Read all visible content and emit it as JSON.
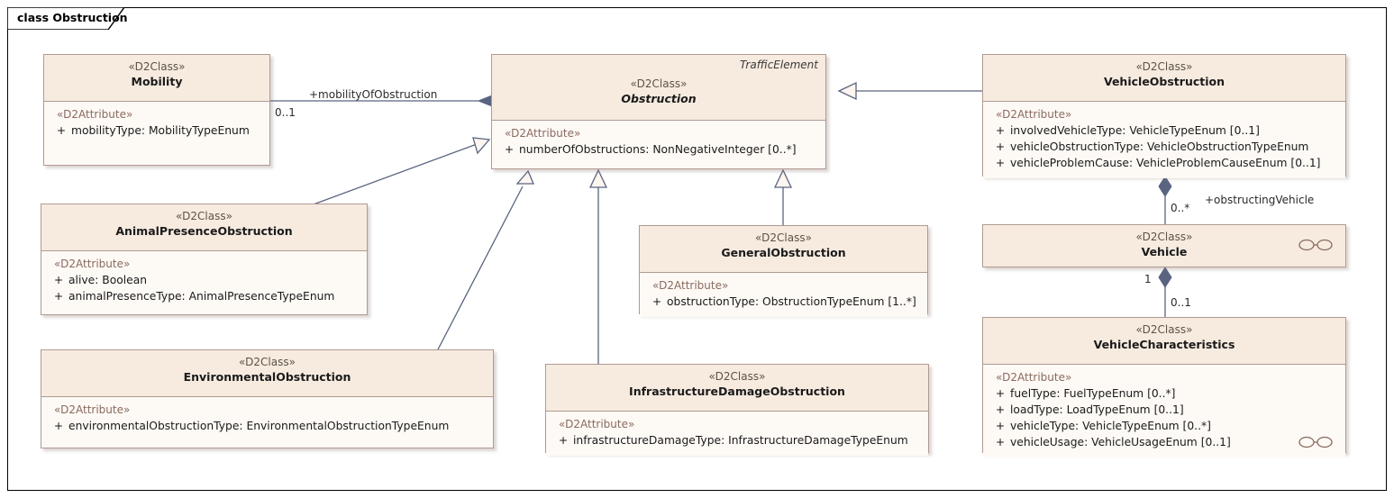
{
  "diagram": {
    "title": "class Obstruction",
    "type": "uml-class-diagram",
    "colors": {
      "header_fill": "#f7ebe0",
      "body_fill": "#fdf9f5",
      "box_border": "#b09a91",
      "link_line": "#5a6480",
      "frame_border": "#000000",
      "stereotype_text": "#5b5347",
      "attribute_stereotype_text": "#8a6a5e"
    }
  },
  "classes": {
    "mobility": {
      "stereotype": "«D2Class»",
      "name": "Mobility",
      "attr_stereotype": "«D2Attribute»",
      "attributes": [
        {
          "visibility": "+",
          "text": "mobilityType: MobilityTypeEnum"
        }
      ]
    },
    "obstruction": {
      "stereotype": "«D2Class»",
      "name": "Obstruction",
      "parent_tag": "TrafficElement",
      "attr_stereotype": "«D2Attribute»",
      "attributes": [
        {
          "visibility": "+",
          "text": "numberOfObstructions: NonNegativeInteger [0..*]"
        }
      ]
    },
    "vehicle_obstruction": {
      "stereotype": "«D2Class»",
      "name": "VehicleObstruction",
      "attr_stereotype": "«D2Attribute»",
      "attributes": [
        {
          "visibility": "+",
          "text": "involvedVehicleType: VehicleTypeEnum [0..1]"
        },
        {
          "visibility": "+",
          "text": "vehicleObstructionType: VehicleObstructionTypeEnum"
        },
        {
          "visibility": "+",
          "text": "vehicleProblemCause: VehicleProblemCauseEnum [0..1]"
        }
      ]
    },
    "animal_presence_obstruction": {
      "stereotype": "«D2Class»",
      "name": "AnimalPresenceObstruction",
      "attr_stereotype": "«D2Attribute»",
      "attributes": [
        {
          "visibility": "+",
          "text": "alive: Boolean"
        },
        {
          "visibility": "+",
          "text": "animalPresenceType: AnimalPresenceTypeEnum"
        }
      ]
    },
    "general_obstruction": {
      "stereotype": "«D2Class»",
      "name": "GeneralObstruction",
      "attr_stereotype": "«D2Attribute»",
      "attributes": [
        {
          "visibility": "+",
          "text": "obstructionType: ObstructionTypeEnum [1..*]"
        }
      ]
    },
    "vehicle": {
      "stereotype": "«D2Class»",
      "name": "Vehicle",
      "badge": "link-badge-icon"
    },
    "environmental_obstruction": {
      "stereotype": "«D2Class»",
      "name": "EnvironmentalObstruction",
      "attr_stereotype": "«D2Attribute»",
      "attributes": [
        {
          "visibility": "+",
          "text": "environmentalObstructionType: EnvironmentalObstructionTypeEnum"
        }
      ]
    },
    "infrastructure_damage_obstruction": {
      "stereotype": "«D2Class»",
      "name": "InfrastructureDamageObstruction",
      "attr_stereotype": "«D2Attribute»",
      "attributes": [
        {
          "visibility": "+",
          "text": "infrastructureDamageType: InfrastructureDamageTypeEnum"
        }
      ]
    },
    "vehicle_characteristics": {
      "stereotype": "«D2Class»",
      "name": "VehicleCharacteristics",
      "attr_stereotype": "«D2Attribute»",
      "badge": "link-badge-icon",
      "attributes": [
        {
          "visibility": "+",
          "text": "fuelType: FuelTypeEnum [0..*]"
        },
        {
          "visibility": "+",
          "text": "loadType: LoadTypeEnum [0..1]"
        },
        {
          "visibility": "+",
          "text": "vehicleType: VehicleTypeEnum [0..*]"
        },
        {
          "visibility": "+",
          "text": "vehicleUsage: VehicleUsageEnum [0..1]"
        }
      ]
    }
  },
  "relationships": {
    "mobility_to_obstruction": {
      "kind": "composition",
      "role_label": "+mobilityOfObstruction",
      "source_multiplicity": "0..1"
    },
    "vehicle_obstruction_to_obstruction": {
      "kind": "generalization"
    },
    "animal_presence_to_obstruction": {
      "kind": "generalization"
    },
    "environmental_to_obstruction": {
      "kind": "generalization"
    },
    "infrastructure_damage_to_obstruction": {
      "kind": "generalization"
    },
    "general_obstruction_to_obstruction": {
      "kind": "generalization"
    },
    "vehicle_obstruction_to_vehicle": {
      "kind": "composition",
      "role_label": "+obstructingVehicle",
      "target_multiplicity": "0..*"
    },
    "vehicle_to_vehicle_characteristics": {
      "kind": "composition",
      "source_multiplicity": "1",
      "target_multiplicity": "0..1"
    }
  }
}
